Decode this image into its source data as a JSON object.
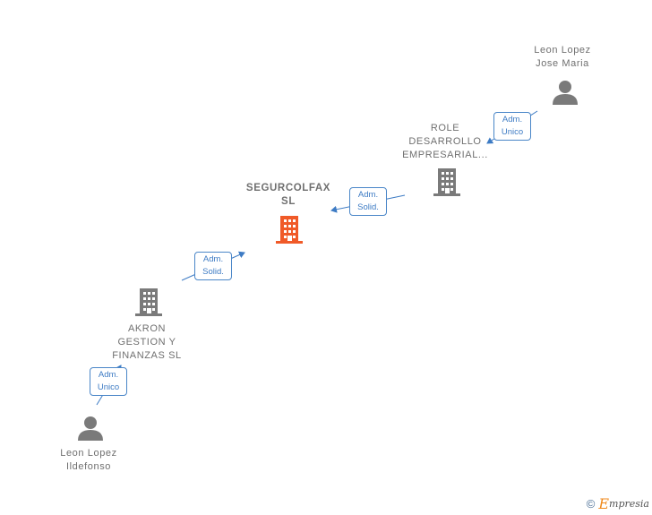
{
  "nodes": {
    "segurcolfax": {
      "line1": "SEGURCOLFAX",
      "line2": "SL"
    },
    "role": {
      "line1": "ROLE",
      "line2": "DESARROLLO",
      "line3": "EMPRESARIAL..."
    },
    "akron": {
      "line1": "AKRON",
      "line2": "GESTION Y",
      "line3": "FINANZAS  SL"
    },
    "leon_jose": {
      "line1": "Leon Lopez",
      "line2": "Jose Maria"
    },
    "leon_ildefonso": {
      "line1": "Leon Lopez",
      "line2": "Ildefonso"
    }
  },
  "edges": {
    "jose_to_role": {
      "line1": "Adm.",
      "line2": "Unico"
    },
    "role_to_segurcolfax": {
      "line1": "Adm.",
      "line2": "Solid."
    },
    "akron_to_segurcolfax": {
      "line1": "Adm.",
      "line2": "Solid."
    },
    "ildefonso_to_akron": {
      "line1": "Adm.",
      "line2": "Unico"
    }
  },
  "footer": {
    "copyright": "©",
    "brand_initial": "E",
    "brand_rest": "mpresia"
  },
  "colors": {
    "main_node": "#f05a28",
    "company_node": "#7a7a7a",
    "person": "#7a7a7a",
    "edge": "#3d7bc4"
  }
}
